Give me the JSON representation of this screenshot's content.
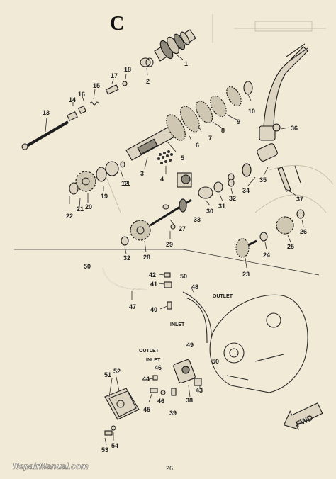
{
  "section_letter": "C",
  "page_number": "26",
  "watermark": "RepairManual.com",
  "labels": {
    "outlet_upper": "OUTLET",
    "inlet_upper": "INLET",
    "outlet_lower": "OUTLET",
    "inlet_lower": "INLET",
    "fwd": "FWD"
  },
  "callouts": {
    "c1": "1",
    "c2": "2",
    "c3": "3",
    "c4": "4",
    "c5": "5",
    "c6": "6",
    "c7": "7",
    "c8": "8",
    "c9": "9",
    "c10": "10",
    "c11": "11",
    "c12": "12",
    "c13": "13",
    "c14": "14",
    "c15": "15",
    "c16": "16",
    "c17": "17",
    "c18": "18",
    "c19": "19",
    "c20": "20",
    "c21": "21",
    "c22": "22",
    "c23": "23",
    "c24": "24",
    "c25": "25",
    "c26": "26",
    "c27": "27",
    "c28": "28",
    "c29": "29",
    "c30": "30",
    "c31": "31",
    "c32a": "32",
    "c32b": "32",
    "c33": "33",
    "c34": "34",
    "c35": "35",
    "c36": "36",
    "c37": "37",
    "c38": "38",
    "c39": "39",
    "c40": "40",
    "c41": "41",
    "c42": "42",
    "c43": "43",
    "c44": "44",
    "c45": "45",
    "c46a": "46",
    "c46b": "46",
    "c47": "47",
    "c48": "48",
    "c49": "49",
    "c50a": "50",
    "c50b": "50",
    "c50c": "50",
    "c51": "51",
    "c52": "52",
    "c53": "53",
    "c54": "54"
  }
}
